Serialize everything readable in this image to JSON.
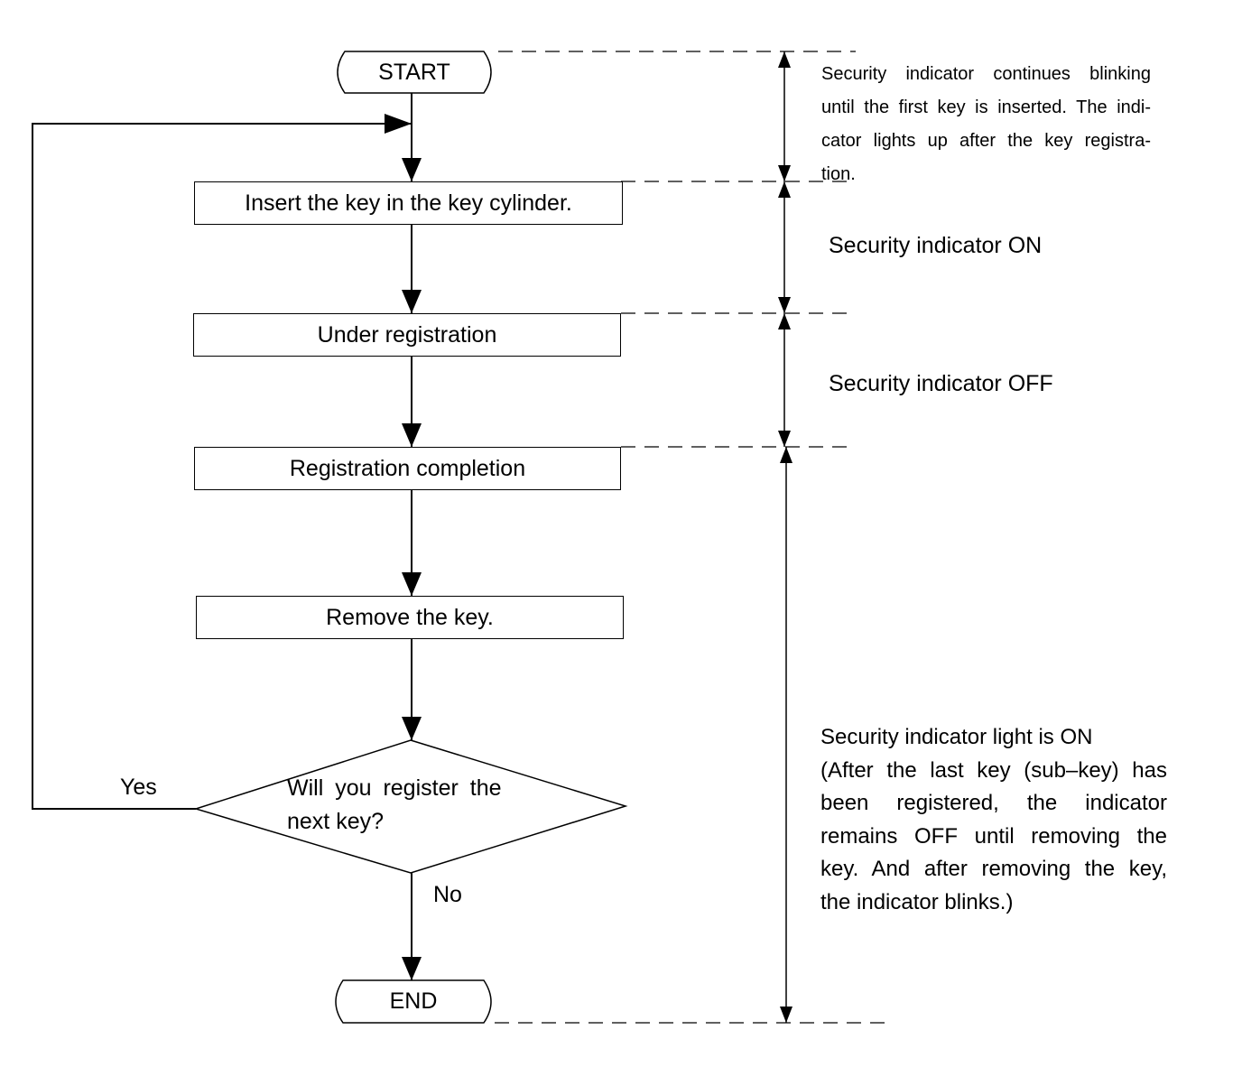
{
  "flowchart": {
    "start": "START",
    "steps": [
      "Insert the key in the key cylinder.",
      "Under registration",
      "Registration completion",
      "Remove the key."
    ],
    "decision": {
      "line1": "Will you register the",
      "line2": "next key?",
      "yes_label": "Yes",
      "no_label": "No"
    },
    "end": "END"
  },
  "notes": {
    "blinking": {
      "lines": [
        "Security indicator continues blinking",
        "until the first key is inserted. The indi-",
        "cator lights up after the key registra-",
        "tion."
      ]
    },
    "indicator_on": "Security indicator ON",
    "indicator_off": "Security indicator OFF",
    "light_on": {
      "lines": [
        "Security indicator light is ON",
        "(After the last key (sub–key) has",
        "been registered, the indicator",
        "remains OFF until removing the",
        "key. And after removing the key,",
        "the indicator blinks.)"
      ]
    }
  }
}
